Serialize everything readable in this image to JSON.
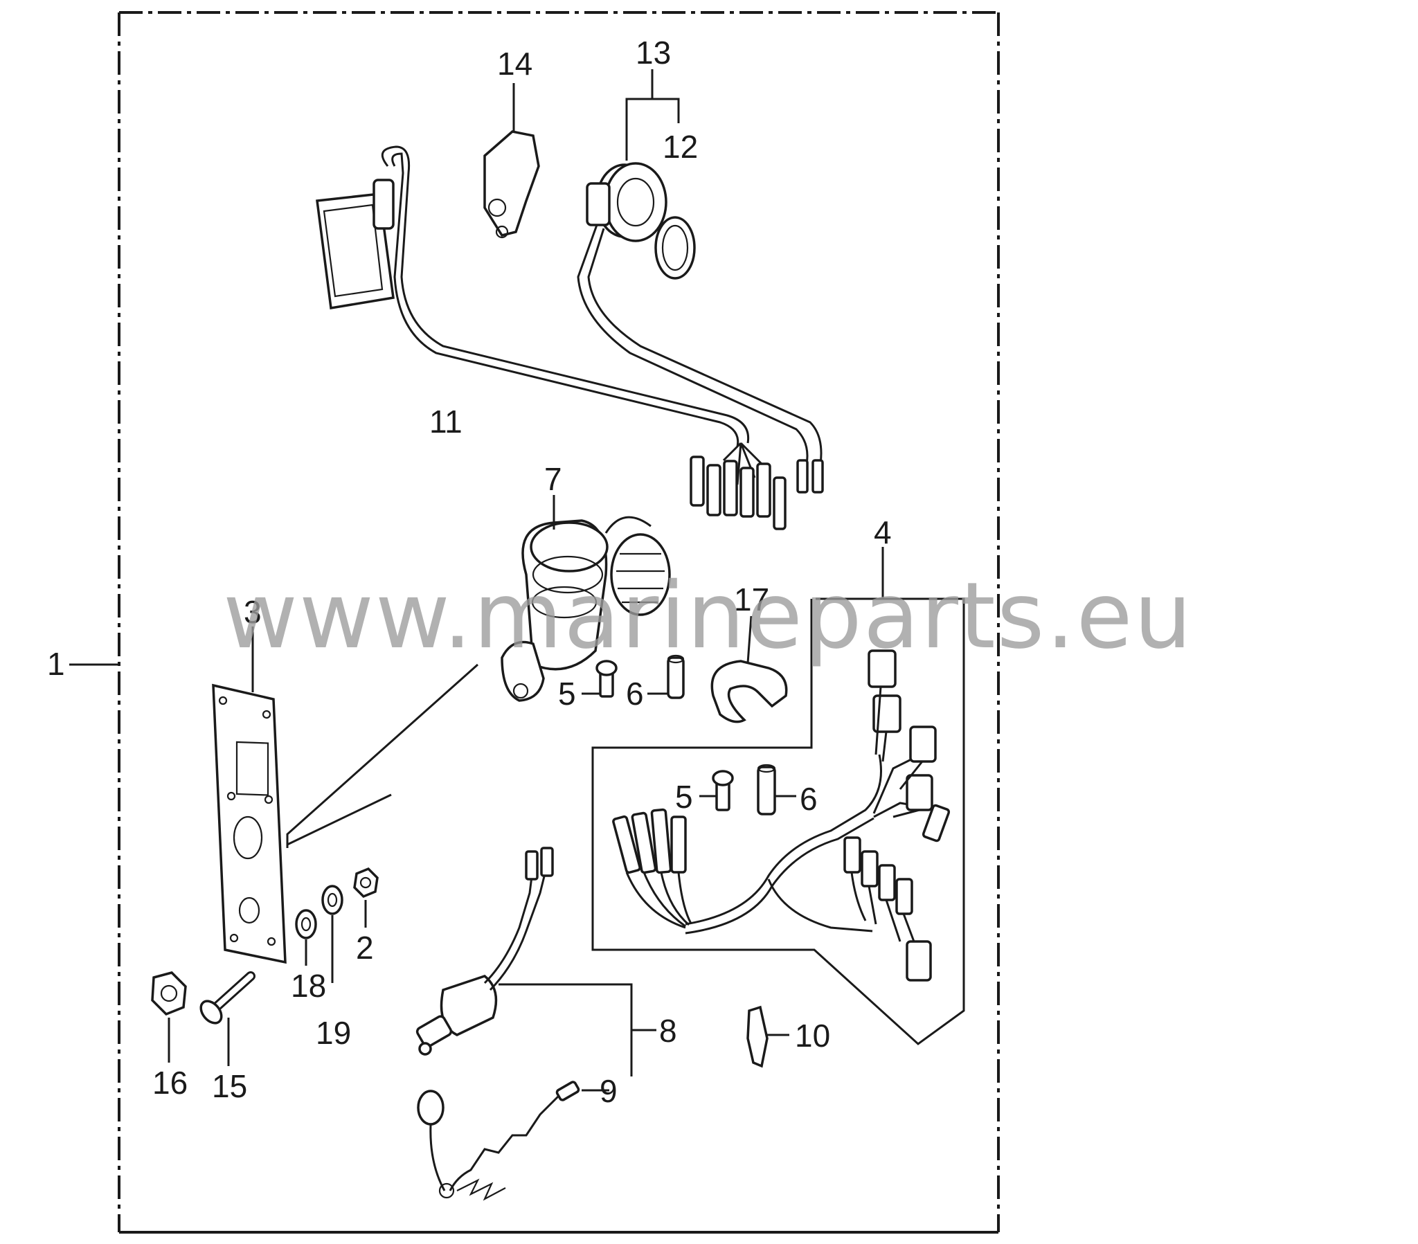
{
  "watermark": "www.marineparts.eu",
  "callouts": {
    "p1": "1",
    "p2": "2",
    "p3": "3",
    "p4": "4",
    "p5a": "5",
    "p5b": "5",
    "p6a": "6",
    "p6b": "6",
    "p7": "7",
    "p8": "8",
    "p9": "9",
    "p10": "10",
    "p11": "11",
    "p12": "12",
    "p13": "13",
    "p14": "14",
    "p15": "15",
    "p16": "16",
    "p17": "17",
    "p18": "18",
    "p19": "19"
  }
}
